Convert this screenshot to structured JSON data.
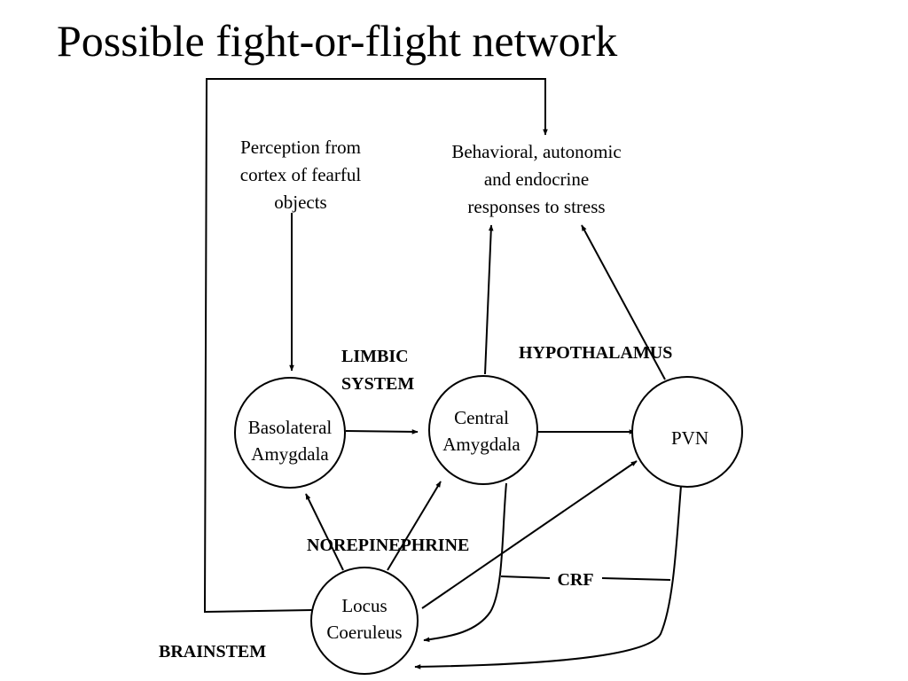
{
  "slide": {
    "title": "Possible fight-or-flight network"
  },
  "nodes": {
    "basolateral": {
      "line1": "Basolateral",
      "line2": "Amygdala"
    },
    "central": {
      "line1": "Central",
      "line2": "Amygdala"
    },
    "pvn": {
      "line1": "PVN"
    },
    "locus": {
      "line1": "Locus",
      "line2": "Coeruleus"
    }
  },
  "boxes": {
    "perception": {
      "line1": "Perception from",
      "line2": "cortex of fearful",
      "line3": "objects"
    },
    "responses": {
      "line1": "Behavioral, autonomic",
      "line2": "and endocrine",
      "line3": "responses to stress"
    }
  },
  "regions": {
    "limbic_line1": "LIMBIC",
    "limbic_line2": "SYSTEM",
    "hypothalamus": "HYPOTHALAMUS",
    "norepinephrine": "NOREPINEPHRINE",
    "brainstem": "BRAINSTEM",
    "crf": "CRF"
  }
}
